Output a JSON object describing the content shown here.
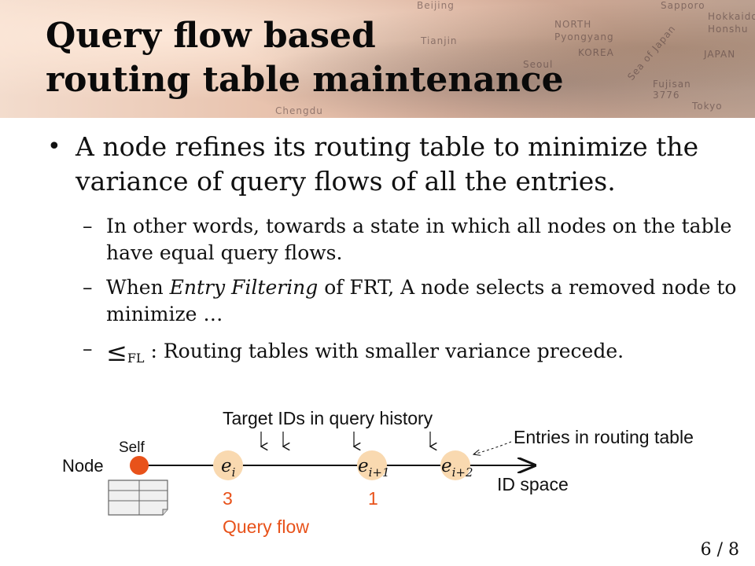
{
  "map_labels": [
    "Beijing",
    "NORTH",
    "Pyongyang",
    "KOREA",
    "Tianjin",
    "Seoul",
    "Sapporo",
    "Hokkaido",
    "Honshu",
    "JAPAN",
    "Sea of Japan",
    "Tokyo",
    "Chengdu",
    "Fujisan",
    "3776"
  ],
  "title": {
    "line1": "Query flow based",
    "line2": "routing table maintenance"
  },
  "bullet": {
    "mark": "•",
    "text": "A node refines its routing table to minimize the variance of query flows of all the entries."
  },
  "subs": {
    "dash": "–",
    "item1": "In other words, towards a state in which all nodes on the table have equal query flows.",
    "item2_prefix": "When ",
    "item2_italic": "Entry Filtering",
    "item2_suffix": " of FRT, A node selects a removed node to minimize …",
    "item3_symbol": "≤",
    "item3_subscript": "FL",
    "item3_text": " : Routing tables with smaller variance precede."
  },
  "diagram": {
    "target_label": "Target IDs in query history",
    "entries_label": "Entries in routing table",
    "node_label": "Node",
    "self_label": "Self",
    "id_space_label": "ID space",
    "query_flow_label": "Query flow",
    "entry_i": "e",
    "entry_i_sub": "i",
    "entry_i1": "e",
    "entry_i1_sub": "i+1",
    "entry_i2": "e",
    "entry_i2_sub": "i+2",
    "flow_i": "3",
    "flow_i1": "1",
    "self_color": "#e8521a",
    "entry_color": "#f9d9b0",
    "flow_color": "#e8521a"
  },
  "page_number": "6 / 8"
}
